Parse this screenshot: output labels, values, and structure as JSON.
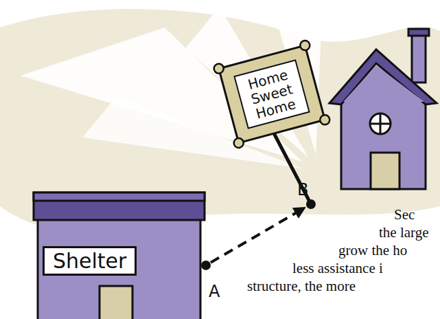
{
  "diagram": {
    "nodes": [
      {
        "text": [
          "Shelter"
        ]
      },
      {
        "text": [
          "Home Sweet Home"
        ]
      }
    ],
    "edges": [
      {
        "from": 0,
        "to": 1,
        "arrow": "to"
      }
    ],
    "labels": [
      "A",
      "B",
      "Sec",
      "the large",
      "grow the ho",
      "less assistance i",
      "structure, the more"
    ]
  }
}
